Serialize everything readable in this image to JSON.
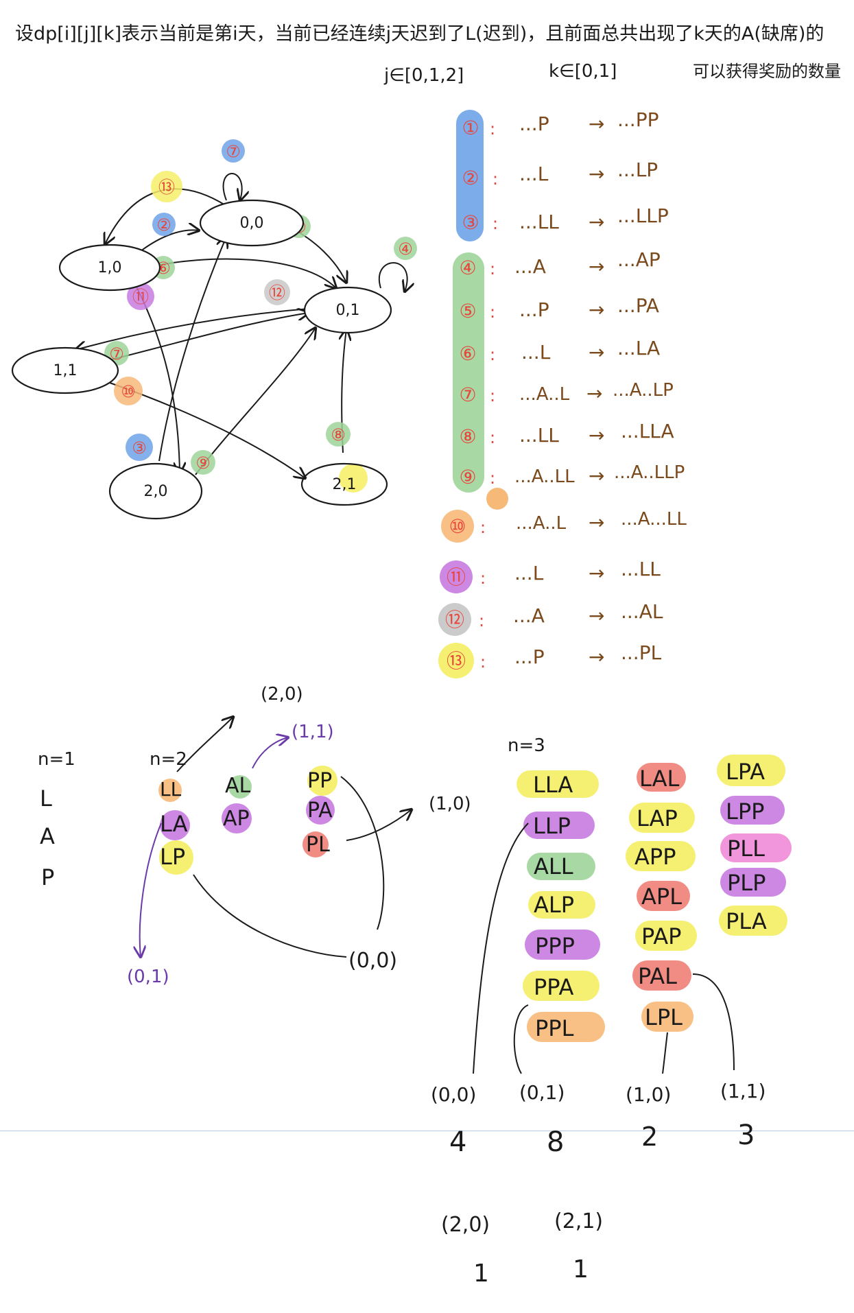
{
  "header": {
    "line1": "设dp[i][j][k]表示当前是第i天，当前已经连续j天迟到了L(迟到)，且前面总共出现了k天的A(缺席)的",
    "line2": "可以获得奖励的数量",
    "j_range": "j∈[0,1,2]",
    "k_range": "k∈[0,1]"
  },
  "graph": {
    "nodes": [
      {
        "id": "n00",
        "label": "0,0"
      },
      {
        "id": "n10",
        "label": "1,0"
      },
      {
        "id": "n01",
        "label": "0,1"
      },
      {
        "id": "n11",
        "label": "1,1"
      },
      {
        "id": "n20",
        "label": "2,0"
      },
      {
        "id": "n21",
        "label": "2,1"
      }
    ],
    "edge_markers": [
      {
        "num": "⑦",
        "color": "#6fa3e8"
      },
      {
        "num": "⑬",
        "color": "#f6ef6a"
      },
      {
        "num": "②",
        "color": "#6fa3e8"
      },
      {
        "num": "⑤",
        "color": "#9fd49a"
      },
      {
        "num": "④",
        "color": "#9fd49a"
      },
      {
        "num": "⑥",
        "color": "#9fd49a"
      },
      {
        "num": "⑪",
        "color": "#c77be0"
      },
      {
        "num": "⑫",
        "color": "#c8c8c8"
      },
      {
        "num": "⑦",
        "color": "#9fd49a"
      },
      {
        "num": "⑩",
        "color": "#f7b978"
      },
      {
        "num": "⑨",
        "color": "#9fd49a"
      },
      {
        "num": "③",
        "color": "#6fa3e8"
      },
      {
        "num": "⑧",
        "color": "#9fd49a"
      }
    ]
  },
  "transitions": [
    {
      "num": "①",
      "from": "...P",
      "to": "...PP"
    },
    {
      "num": "②",
      "from": "...L",
      "to": "...LP"
    },
    {
      "num": "③",
      "from": "...LL",
      "to": "...LLP"
    },
    {
      "num": "④",
      "from": "...A",
      "to": "...AP"
    },
    {
      "num": "⑤",
      "from": "...P",
      "to": "...PA"
    },
    {
      "num": "⑥",
      "from": "...L",
      "to": "...LA"
    },
    {
      "num": "⑦",
      "from": "...A..L",
      "to": "...A..LP"
    },
    {
      "num": "⑧",
      "from": "...LL",
      "to": "...LLA"
    },
    {
      "num": "⑨",
      "from": "...A..LL",
      "to": "...A..LLP"
    },
    {
      "num": "⑩",
      "from": "...A..L",
      "to": "...A...LL"
    },
    {
      "num": "⑪",
      "from": "...L",
      "to": "...LL"
    },
    {
      "num": "⑫",
      "from": "...A",
      "to": "...AL"
    },
    {
      "num": "⑬",
      "from": "...P",
      "to": "...PL"
    }
  ],
  "bottom": {
    "n1": {
      "label": "n=1",
      "items": [
        "L",
        "A",
        "P"
      ]
    },
    "n2": {
      "label": "n=2",
      "col1": [
        "LL",
        "LA",
        "LP"
      ],
      "col2": [
        "AL",
        "AP"
      ],
      "col3": [
        "PP",
        "PA",
        "PL"
      ],
      "ann_20": "(2,0)",
      "ann_11": "(1,1)",
      "ann_10": "(1,0)",
      "ann_01": "(0,1)",
      "ann_00": "(0,0)"
    },
    "n3": {
      "label": "n=3",
      "col1": [
        "LLA",
        "LLP",
        "ALL",
        "ALP",
        "PPP",
        "PPA",
        "PPL"
      ],
      "col2": [
        "LAL",
        "LAP",
        "APP",
        "APL",
        "PAP",
        "PAL",
        "LPL"
      ],
      "col3": [
        "LPA",
        "LPP",
        "PLL",
        "PLP",
        "PLA"
      ]
    },
    "counts": [
      {
        "state": "(0,0)",
        "count": "4"
      },
      {
        "state": "(0,1)",
        "count": "8"
      },
      {
        "state": "(1,0)",
        "count": "2"
      },
      {
        "state": "(1,1)",
        "count": "3"
      },
      {
        "state": "(2,0)",
        "count": "1"
      },
      {
        "state": "(2,1)",
        "count": "1"
      }
    ]
  },
  "colors": {
    "blue": "#6fa3e8",
    "green": "#9fd49a",
    "orange": "#f7b978",
    "purple": "#c77be0",
    "gray": "#c8c8c8",
    "yellow": "#f6ef6a",
    "red": "#f07f78",
    "pink": "#f08ad8",
    "ink": "#1a1a1a",
    "marker_red": "#e8453c",
    "arrow": "#7a4a1c",
    "annot_purple": "#6a3aa8"
  }
}
